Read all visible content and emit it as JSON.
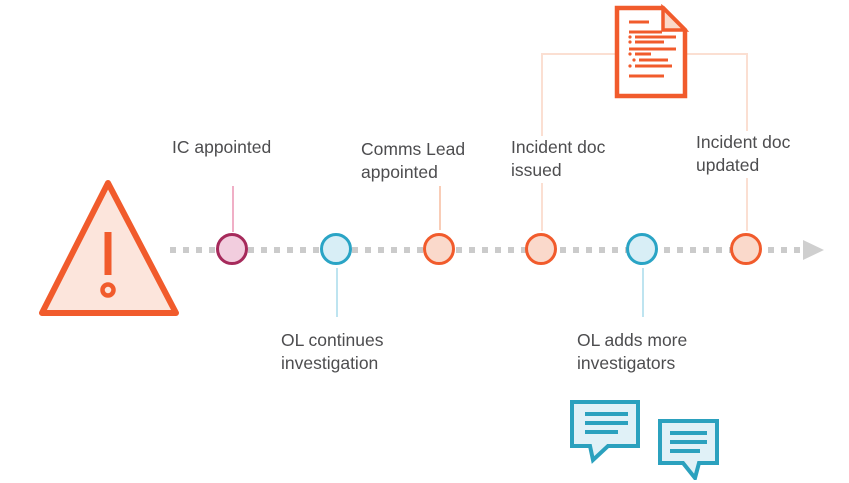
{
  "diagram": {
    "name": "incident-response-timeline",
    "events": [
      {
        "label": "IC appointed",
        "label_position": "above",
        "node_color": "#a62a5b",
        "node_fill": "#f2cdde"
      },
      {
        "label": "OL continues investigation",
        "label_position": "below",
        "node_color": "#2aa4c5",
        "node_fill": "#d8eef6"
      },
      {
        "label": "Comms Lead appointed",
        "label_position": "above",
        "node_color": "#f15b2c",
        "node_fill": "#fad9cb"
      },
      {
        "label": "Incident doc issued",
        "label_position": "above",
        "node_color": "#f15b2c",
        "node_fill": "#fad9cb",
        "linked_icon": "incident-document-icon"
      },
      {
        "label": "OL  adds more investigators",
        "label_position": "below",
        "node_color": "#2aa4c5",
        "node_fill": "#d8eef6"
      },
      {
        "label": "Incident doc updated",
        "label_position": "above",
        "node_color": "#f15b2c",
        "node_fill": "#fad9cb",
        "linked_icon": "incident-document-icon"
      }
    ],
    "icons": {
      "start": "warning-triangle-icon",
      "document": "incident-document-icon",
      "discussion": [
        "speech-bubble-icon",
        "speech-bubble-icon"
      ]
    },
    "colors": {
      "accent_orange": "#f15b2c",
      "accent_orange_light": "#fce5dc",
      "accent_magenta": "#a62a5b",
      "accent_teal": "#2aa4c5",
      "bubble_teal": "#2ba1be",
      "bubble_fill": "#e0f1f7",
      "timeline_gray": "#cbcbcb",
      "text_gray": "#4d4d4f",
      "connector_pink": "#f0afc6",
      "connector_blue": "#bee4f0",
      "connector_orange": "#f9cdb7",
      "bracket_orange": "#fbdfd2"
    },
    "timeline_direction": "left-to-right"
  }
}
